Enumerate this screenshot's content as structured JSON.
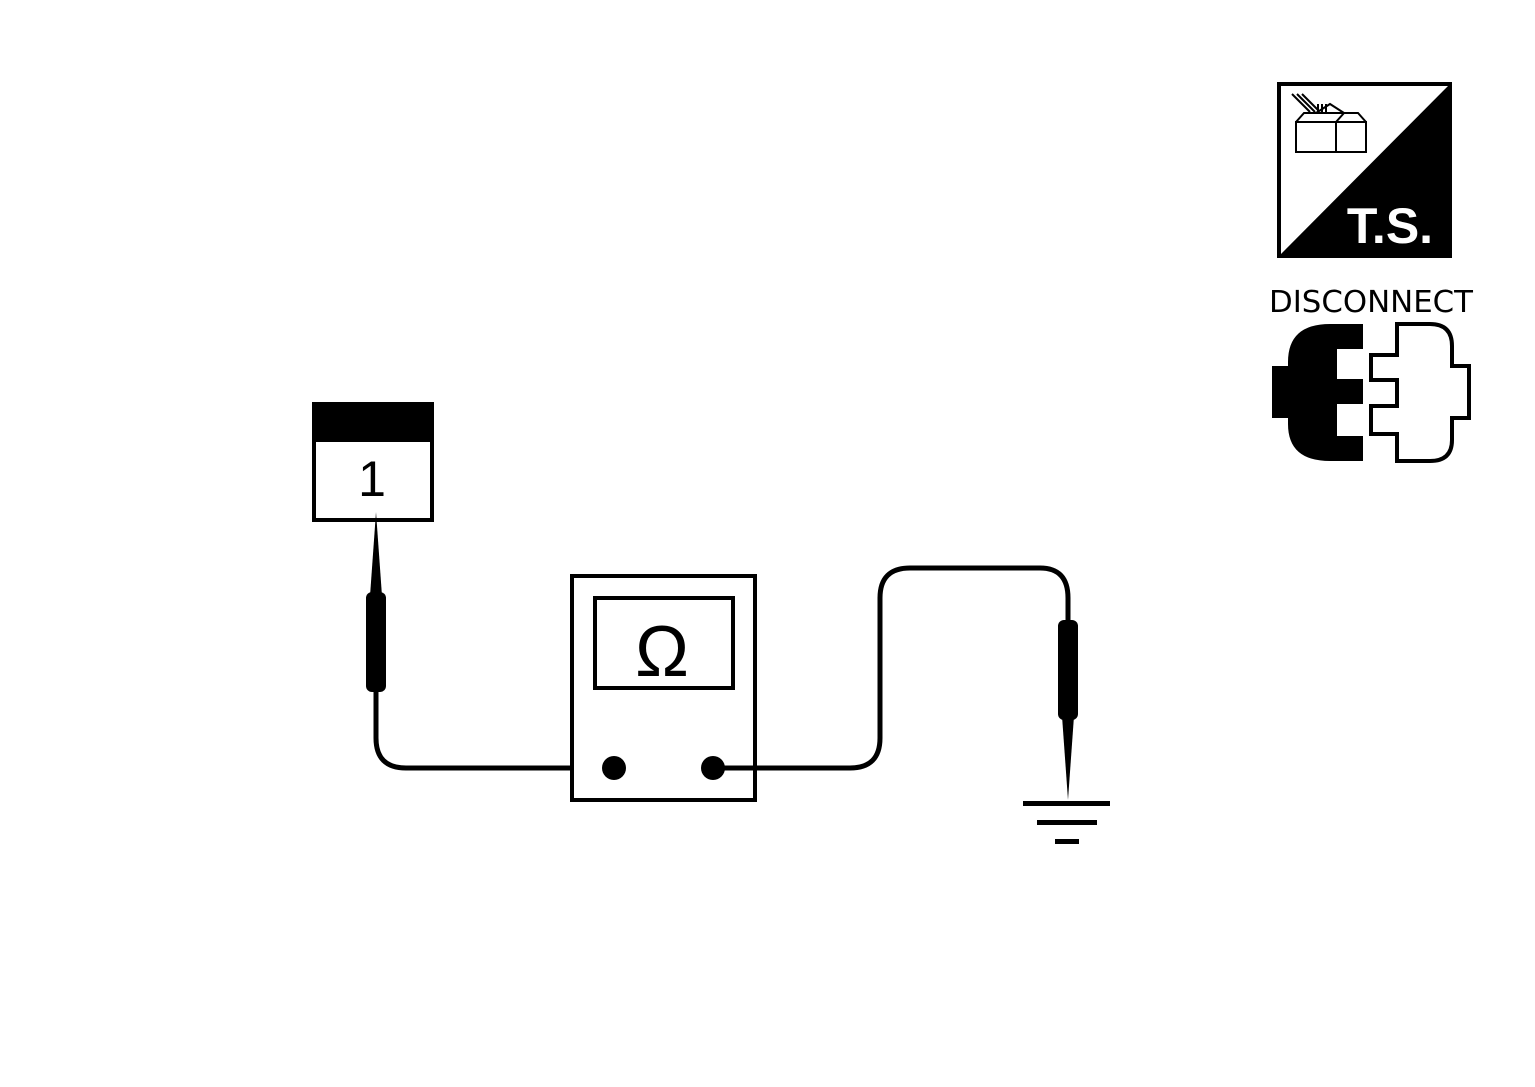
{
  "connector": {
    "terminal": "1"
  },
  "meter": {
    "symbol": "Ω"
  },
  "badges": {
    "ts_label": "T.S.",
    "disconnect_label": "DISCONNECT"
  },
  "colors": {
    "ink": "#000000",
    "paper": "#ffffff"
  },
  "icons": [
    "connector-block-icon",
    "ohmmeter-icon",
    "ground-symbol-icon",
    "ts-badge-icon",
    "disconnect-connector-icon"
  ]
}
